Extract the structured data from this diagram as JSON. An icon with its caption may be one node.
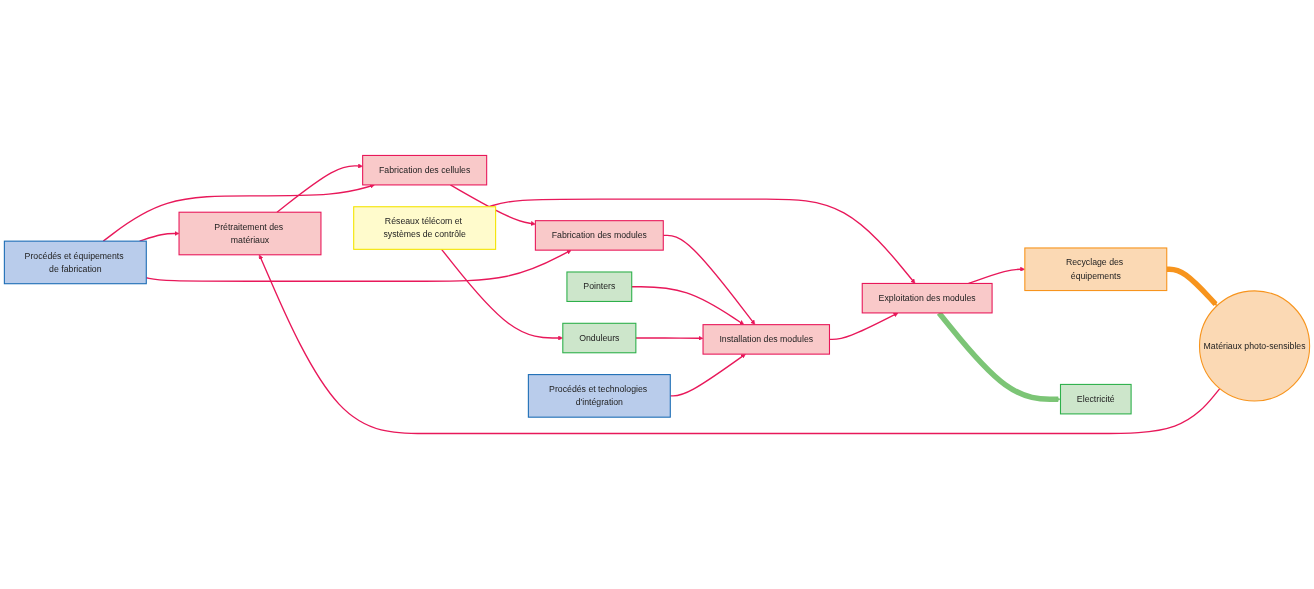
{
  "diagram": {
    "nodes": [
      {
        "text": [
          "Matériaux photo-sensibles"
        ]
      },
      {
        "text": [
          "Prétraitement des matériaux"
        ]
      },
      {
        "text": [
          "Fabrication des cellules"
        ]
      },
      {
        "text": [
          "Fabrication des modules"
        ]
      },
      {
        "text": [
          "Pointers"
        ]
      },
      {
        "text": [
          "Onduleurs"
        ]
      },
      {
        "text": [
          "Réseaux télécom et systèmes de contrôle"
        ]
      },
      {
        "text": [
          "Installation des modules"
        ]
      },
      {
        "text": [
          "Exploitation des modules"
        ]
      },
      {
        "text": [
          "Recyclage des équipements"
        ]
      },
      {
        "text": [
          "Procédés et équipements de fabrication"
        ]
      },
      {
        "text": [
          "Procédés et technologies d'intégration"
        ]
      },
      {
        "text": [
          "Electricité"
        ]
      }
    ],
    "edges": [
      {
        "from": 0,
        "to": 1,
        "arrow": "to"
      },
      {
        "from": 1,
        "to": 2,
        "arrow": "to"
      },
      {
        "from": 2,
        "to": 3,
        "arrow": "to"
      },
      {
        "from": 3,
        "to": 7,
        "arrow": "to"
      },
      {
        "from": 4,
        "to": 7,
        "arrow": "to"
      },
      {
        "from": 5,
        "to": 7,
        "arrow": "to"
      },
      {
        "from": 6,
        "to": 5,
        "arrow": "to"
      },
      {
        "from": 6,
        "to": 8,
        "arrow": "to"
      },
      {
        "from": 7,
        "to": 8,
        "arrow": "to"
      },
      {
        "from": 8,
        "to": 9,
        "arrow": "to"
      },
      {
        "from": 10,
        "to": 1,
        "arrow": "to"
      },
      {
        "from": 10,
        "to": 2,
        "arrow": "to"
      },
      {
        "from": 10,
        "to": 3,
        "arrow": "to"
      },
      {
        "from": 11,
        "to": 7,
        "arrow": "to"
      },
      {
        "from": 8,
        "to": 12,
        "arrow": "to",
        "style": "thick",
        "color": "#7cc576"
      },
      {
        "from": 9,
        "to": 0,
        "arrow": "to",
        "style": "thick",
        "color": "#f7941d"
      }
    ]
  }
}
